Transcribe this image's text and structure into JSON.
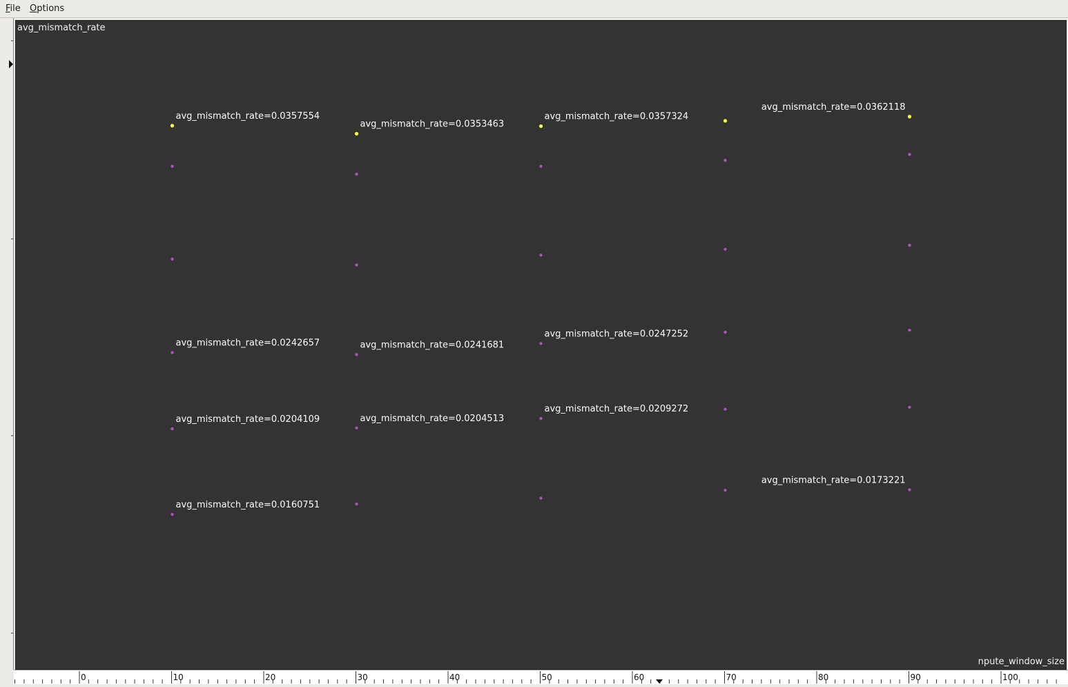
{
  "menu": {
    "file_mnemonic": "F",
    "file_rest": "ile",
    "options_mnemonic": "O",
    "options_rest": "ptions"
  },
  "plot": {
    "y_title": "avg_mismatch_rate",
    "x_title": "npute_window_size"
  },
  "colors": {
    "background": "#333333",
    "highlight_point": "#ffff33",
    "point": "#b04fc0",
    "label": "#ffffff"
  },
  "chart_data": {
    "type": "scatter",
    "xlabel": "npute_window_size",
    "ylabel": "avg_mismatch_rate",
    "x_ticks": [
      0,
      10,
      20,
      30,
      40,
      50,
      60,
      70,
      80,
      90,
      100
    ],
    "grid": false,
    "points": [
      {
        "x": 10,
        "y": 0.0357554,
        "highlight": true,
        "label": "avg_mismatch_rate=0.0357554"
      },
      {
        "x": 10,
        "y": 0.0337,
        "highlight": false,
        "label": ""
      },
      {
        "x": 10,
        "y": 0.029,
        "highlight": false,
        "label": ""
      },
      {
        "x": 10,
        "y": 0.0242657,
        "highlight": false,
        "label": "avg_mismatch_rate=0.0242657"
      },
      {
        "x": 10,
        "y": 0.0204109,
        "highlight": false,
        "label": "avg_mismatch_rate=0.0204109"
      },
      {
        "x": 10,
        "y": 0.0160751,
        "highlight": false,
        "label": "avg_mismatch_rate=0.0160751"
      },
      {
        "x": 30,
        "y": 0.0353463,
        "highlight": true,
        "label": "avg_mismatch_rate=0.0353463"
      },
      {
        "x": 30,
        "y": 0.0333,
        "highlight": false,
        "label": ""
      },
      {
        "x": 30,
        "y": 0.0287,
        "highlight": false,
        "label": ""
      },
      {
        "x": 30,
        "y": 0.0241681,
        "highlight": false,
        "label": "avg_mismatch_rate=0.0241681"
      },
      {
        "x": 30,
        "y": 0.0204513,
        "highlight": false,
        "label": "avg_mismatch_rate=0.0204513"
      },
      {
        "x": 30,
        "y": 0.0166,
        "highlight": false,
        "label": ""
      },
      {
        "x": 50,
        "y": 0.0357324,
        "highlight": true,
        "label": "avg_mismatch_rate=0.0357324"
      },
      {
        "x": 50,
        "y": 0.0337,
        "highlight": false,
        "label": ""
      },
      {
        "x": 50,
        "y": 0.0292,
        "highlight": false,
        "label": ""
      },
      {
        "x": 50,
        "y": 0.0247252,
        "highlight": false,
        "label": "avg_mismatch_rate=0.0247252"
      },
      {
        "x": 50,
        "y": 0.0209272,
        "highlight": false,
        "label": "avg_mismatch_rate=0.0209272"
      },
      {
        "x": 50,
        "y": 0.0169,
        "highlight": false,
        "label": ""
      },
      {
        "x": 70,
        "y": 0.036,
        "highlight": true,
        "label": ""
      },
      {
        "x": 70,
        "y": 0.034,
        "highlight": false,
        "label": ""
      },
      {
        "x": 70,
        "y": 0.0295,
        "highlight": false,
        "label": ""
      },
      {
        "x": 70,
        "y": 0.0253,
        "highlight": false,
        "label": ""
      },
      {
        "x": 70,
        "y": 0.0214,
        "highlight": false,
        "label": ""
      },
      {
        "x": 70,
        "y": 0.0173,
        "highlight": false,
        "label": ""
      },
      {
        "x": 90,
        "y": 0.0362118,
        "highlight": true,
        "label": "avg_mismatch_rate=0.0362118"
      },
      {
        "x": 90,
        "y": 0.0343,
        "highlight": false,
        "label": ""
      },
      {
        "x": 90,
        "y": 0.0297,
        "highlight": false,
        "label": ""
      },
      {
        "x": 90,
        "y": 0.0254,
        "highlight": false,
        "label": ""
      },
      {
        "x": 90,
        "y": 0.0215,
        "highlight": false,
        "label": ""
      },
      {
        "x": 90,
        "y": 0.0173221,
        "highlight": false,
        "label": "avg_mismatch_rate=0.0173221"
      }
    ]
  }
}
